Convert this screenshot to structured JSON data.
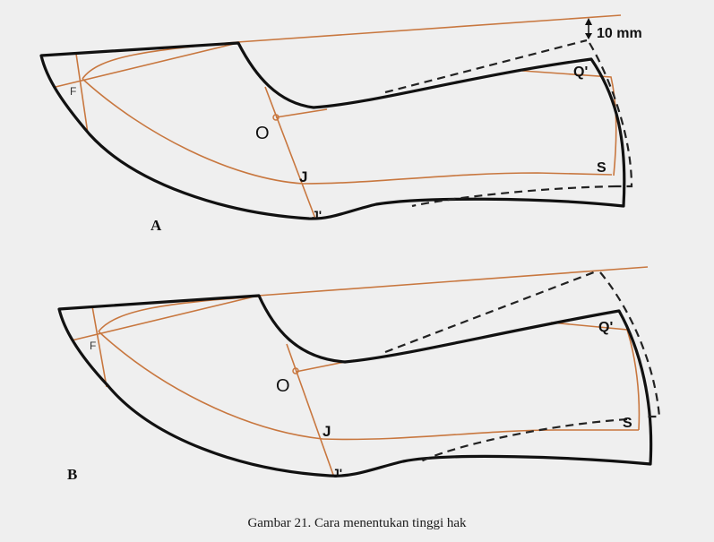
{
  "caption": "Gambar 21. Cara menentukan tinggi hak",
  "colors": {
    "background": "#efefef",
    "outline": "#111111",
    "guide_lines": "#c8773f",
    "dashed": "#222222"
  },
  "figure_a": {
    "label": "A",
    "dimension": "10 mm",
    "points": {
      "F": "F",
      "O": "O",
      "J": "J",
      "J_prime": "J'",
      "Q_prime": "Q'",
      "S": "S"
    }
  },
  "figure_b": {
    "label": "B",
    "points": {
      "F": "F",
      "O": "O",
      "J": "J",
      "J_prime": "J'",
      "Q_prime": "Q'",
      "S": "S"
    }
  }
}
